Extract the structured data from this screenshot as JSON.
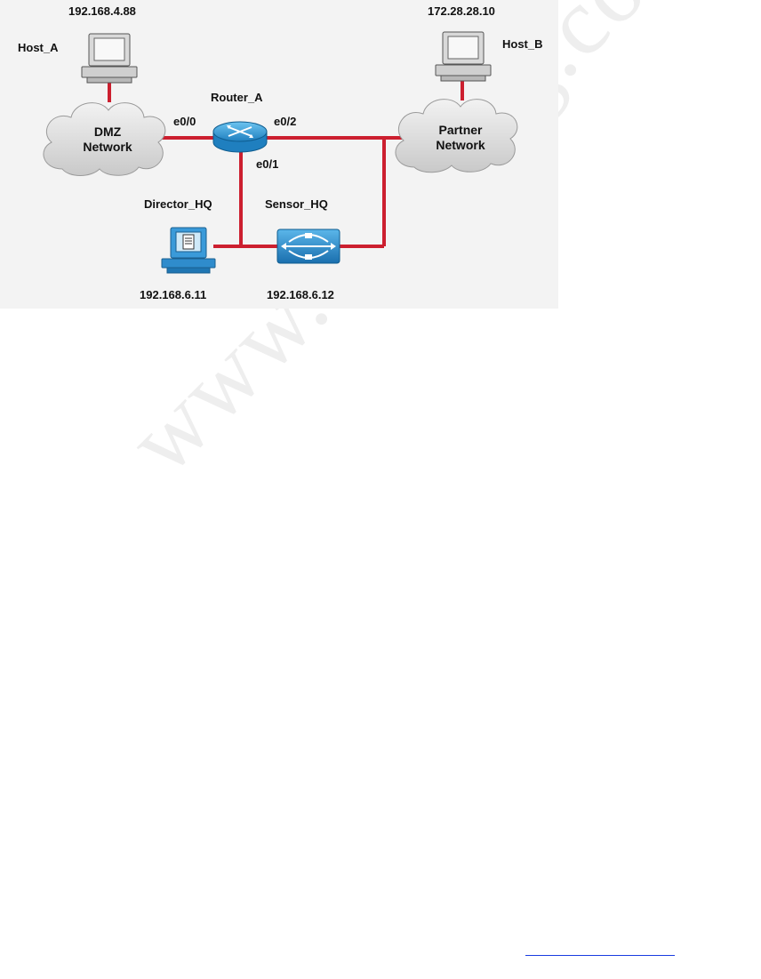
{
  "watermark": "www.testking.com",
  "nodes": {
    "host_a": {
      "name": "Host_A",
      "ip": "192.168.4.88"
    },
    "host_b": {
      "name": "Host_B",
      "ip": "172.28.28.10"
    },
    "router_a": {
      "name": "Router_A"
    },
    "director_hq": {
      "name": "Director_HQ",
      "ip": "192.168.6.11"
    },
    "sensor_hq": {
      "name": "Sensor_HQ",
      "ip": "192.168.6.12"
    },
    "dmz": {
      "line1": "DMZ",
      "line2": "Network"
    },
    "partner": {
      "line1": "Partner",
      "line2": "Network"
    }
  },
  "interfaces": {
    "e00": "e0/0",
    "e01": "e0/1",
    "e02": "e0/2"
  },
  "colors": {
    "link": "#cc1f2f",
    "cloud": "#e0e0e0",
    "router": "#3aa0d8",
    "sensor": "#2c8fcc",
    "pc": "#d9d9d9",
    "director_pc": "#3a9ad9"
  }
}
